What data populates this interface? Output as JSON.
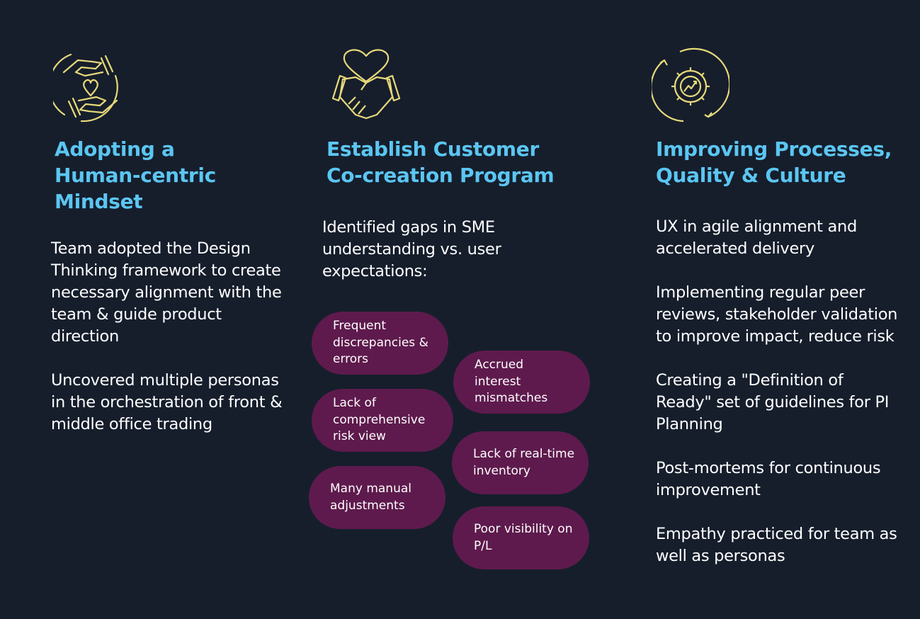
{
  "accent_color": "#5bc6f2",
  "icon_color": "#e8d97a",
  "pill_color": "#5e1a4d",
  "columns": [
    {
      "icon": "caring-hands-heart-icon",
      "title_lines": [
        "Adopting a",
        "Human-centric",
        "Mindset"
      ],
      "paragraphs": [
        "Team adopted the Design Thinking framework to create necessary alignment with the team & guide product direction",
        "Uncovered multiple personas in the orchestration of front & middle office trading"
      ]
    },
    {
      "icon": "handshake-heart-icon",
      "title_lines": [
        "Establish Customer",
        "Co-creation Program"
      ],
      "paragraphs": [
        "Identified gaps in SME understanding vs. user expectations:"
      ],
      "gaps": [
        "Frequent discrepancies & errors",
        "Accrued interest mismatches",
        "Lack of comprehensive risk view",
        "Lack of real-time inventory",
        "Many manual adjustments",
        "Poor visibility on P/L"
      ]
    },
    {
      "icon": "gear-cycle-growth-icon",
      "title_lines": [
        "Improving Processes,",
        "Quality & Culture"
      ],
      "paragraphs": [
        "UX in agile alignment and accelerated delivery",
        "Implementing regular peer reviews, stakeholder validation to improve impact, reduce risk",
        "Creating a \"Definition of Ready\" set of guidelines for PI Planning",
        "Post-mortems for continuous improvement",
        "Empathy practiced for team as well as personas"
      ]
    }
  ]
}
